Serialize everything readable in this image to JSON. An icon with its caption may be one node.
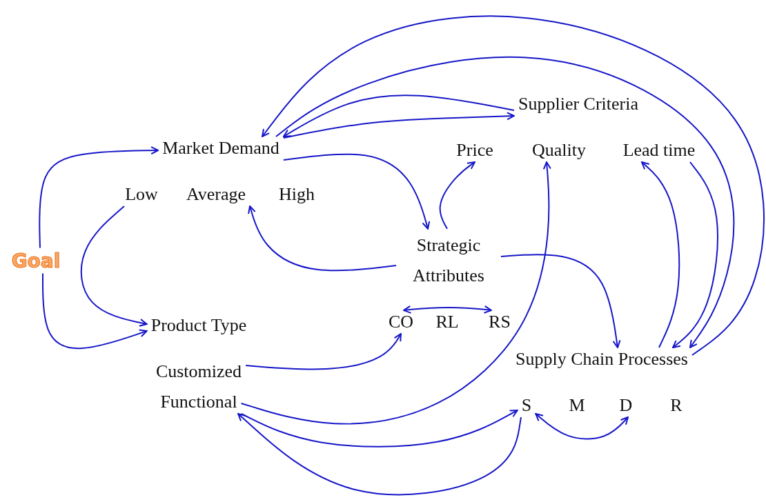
{
  "diagram": {
    "nodes": [
      {
        "text": [
          "Goal"
        ]
      },
      {
        "text": [
          "Market Demand"
        ]
      },
      {
        "text": [
          "Low"
        ]
      },
      {
        "text": [
          "Average"
        ]
      },
      {
        "text": [
          "High"
        ]
      },
      {
        "text": [
          "Supplier Criteria"
        ]
      },
      {
        "text": [
          "Price"
        ]
      },
      {
        "text": [
          "Quality"
        ]
      },
      {
        "text": [
          "Lead time"
        ]
      },
      {
        "text": [
          "Strategic Attributes"
        ]
      },
      {
        "text": [
          "CO"
        ]
      },
      {
        "text": [
          "RL"
        ]
      },
      {
        "text": [
          "RS"
        ]
      },
      {
        "text": [
          "Product Type"
        ]
      },
      {
        "text": [
          "Customized"
        ]
      },
      {
        "text": [
          "Functional"
        ]
      },
      {
        "text": [
          "Supply Chain Processes"
        ]
      },
      {
        "text": [
          "S"
        ]
      },
      {
        "text": [
          "M"
        ]
      },
      {
        "text": [
          "D"
        ]
      },
      {
        "text": [
          "R"
        ]
      }
    ],
    "edges": [
      {
        "from": 0,
        "to": 1,
        "arrow": "to"
      },
      {
        "from": 0,
        "to": 13,
        "arrow": "to"
      },
      {
        "from": 2,
        "to": 13,
        "arrow": "to"
      },
      {
        "from": 1,
        "to": 5,
        "arrow": "to"
      },
      {
        "from": 5,
        "to": 1,
        "arrow": "to"
      },
      {
        "from": 1,
        "to": 9,
        "arrow": "to"
      },
      {
        "from": 9,
        "to": 3,
        "arrow": "to"
      },
      {
        "from": 9,
        "to": 6,
        "arrow": "to"
      },
      {
        "from": 10,
        "to": 12,
        "arrow": "both"
      },
      {
        "from": 14,
        "to": 10,
        "arrow": "to"
      },
      {
        "from": 15,
        "to": 7,
        "arrow": "to"
      },
      {
        "from": 15,
        "to": 17,
        "arrow": "to"
      },
      {
        "from": 17,
        "to": 15,
        "arrow": "to"
      },
      {
        "from": 17,
        "to": 19,
        "arrow": "both"
      },
      {
        "from": 9,
        "to": 16,
        "arrow": "to"
      },
      {
        "from": 16,
        "to": 8,
        "arrow": "to"
      },
      {
        "from": 8,
        "to": 16,
        "arrow": "to"
      },
      {
        "from": 1,
        "to": 16,
        "arrow": "to"
      },
      {
        "from": 16,
        "to": 1,
        "arrow": "to"
      }
    ]
  }
}
